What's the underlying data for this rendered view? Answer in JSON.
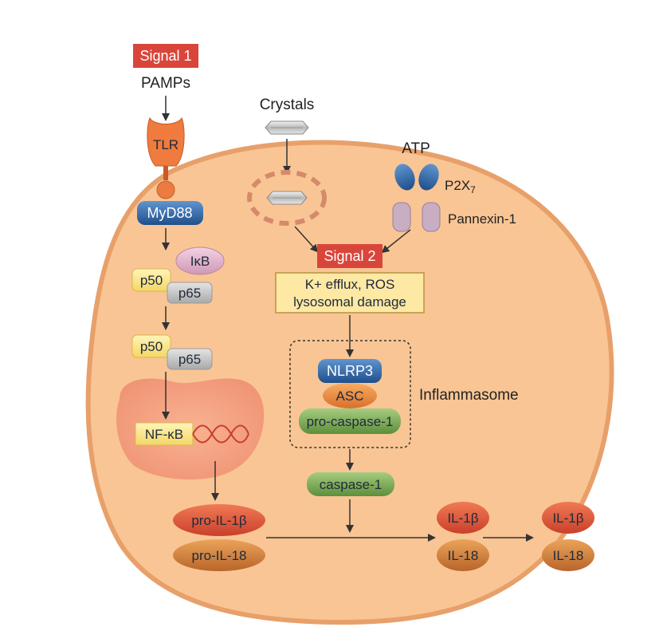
{
  "colors": {
    "cell": "#f9c594",
    "cell_edge": "#e8a06a",
    "signal_red": "#d9453a",
    "tlr_orange": "#ef7b3e",
    "myd88_blue": "#3a6ea8",
    "p50_yellow": "#fbe98a",
    "p65_grey": "#c8c8c8",
    "ikb_pink": "#e6b7cf",
    "nlrp3_blue": "#2f6fb2",
    "asc_orange": "#f08d3a",
    "caspase_green": "#7bab55",
    "il_red": "#e2573a",
    "il_orange": "#d98234",
    "yellow_box": "#fde8a4"
  },
  "labels": {
    "signal1": "Signal 1",
    "pamps": "PAMPs",
    "tlr": "TLR",
    "myd88": "MyD88",
    "ikb": "IκB",
    "p50_a": "p50",
    "p65_a": "p65",
    "p50_b": "p50",
    "p65_b": "p65",
    "nfkb": "NF-κB",
    "crystals": "Crystals",
    "atp": "ATP",
    "p2x7_main": "P2X",
    "p2x7_sub": "7",
    "pannexin": "Pannexin-1",
    "signal2": "Signal 2",
    "stress_line1": "K+ efflux, ROS",
    "stress_line2": "lysosomal damage",
    "nlrp3": "NLRP3",
    "asc": "ASC",
    "pro_caspase": "pro-caspase-1",
    "inflammasome": "Inflammasome",
    "caspase": "caspase-1",
    "pro_il1b": "pro-IL-1β",
    "pro_il18": "pro-IL-18",
    "il1b_in": "IL-1β",
    "il18_in": "IL-18",
    "il1b_out": "IL-1β",
    "il18_out": "IL-18"
  }
}
